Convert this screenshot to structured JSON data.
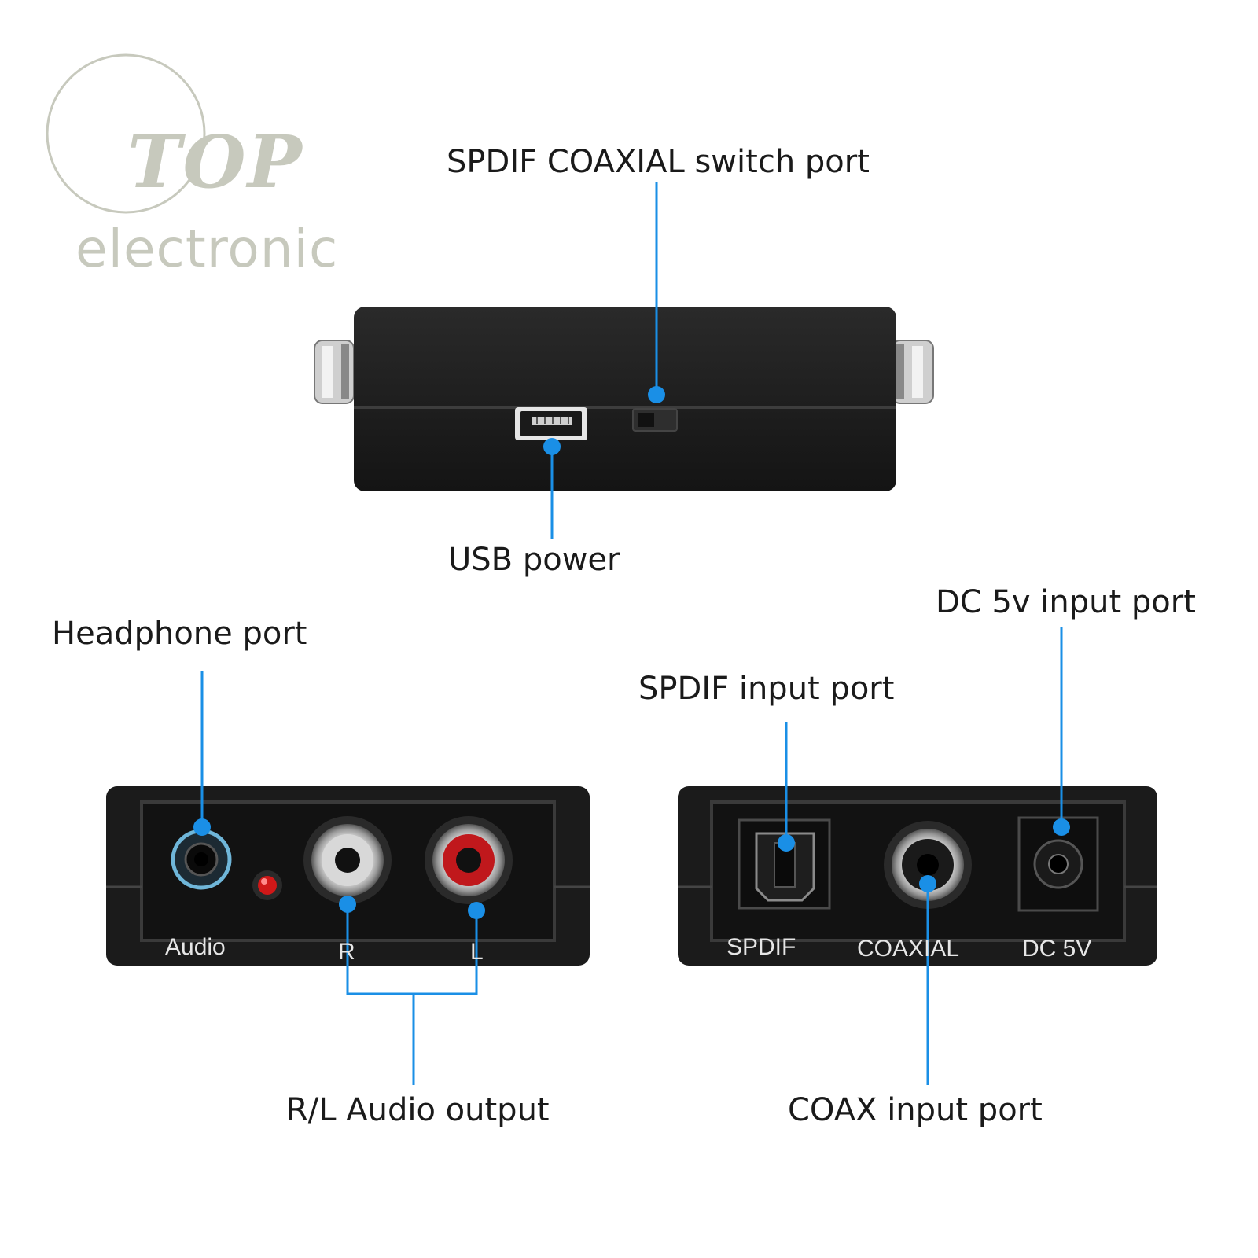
{
  "logo": {
    "brand": "TOP",
    "tagline": "electronic",
    "color": "#c7c9bd"
  },
  "callouts": {
    "switch_port": "SPDIF COAXIAL switch port",
    "usb_power": "USB power",
    "headphone_port": "Headphone port",
    "rl_audio_output": "R/L Audio output",
    "spdif_input": "SPDIF input port",
    "dc_input": "DC 5v input port",
    "coax_input": "COAX input port"
  },
  "output_panel": {
    "audio": "Audio",
    "right": "R",
    "left": "L"
  },
  "input_panel": {
    "spdif": "SPDIF",
    "coaxial": "COAXIAL",
    "dc": "DC 5V"
  },
  "colors": {
    "leader_line": "#1a8fe6",
    "device_body": "#1e1e1e",
    "rca_red": "#c0181c",
    "rca_white": "#d8d8d8",
    "led_red": "#d01818",
    "headphone_ring": "#6fb6d9"
  }
}
